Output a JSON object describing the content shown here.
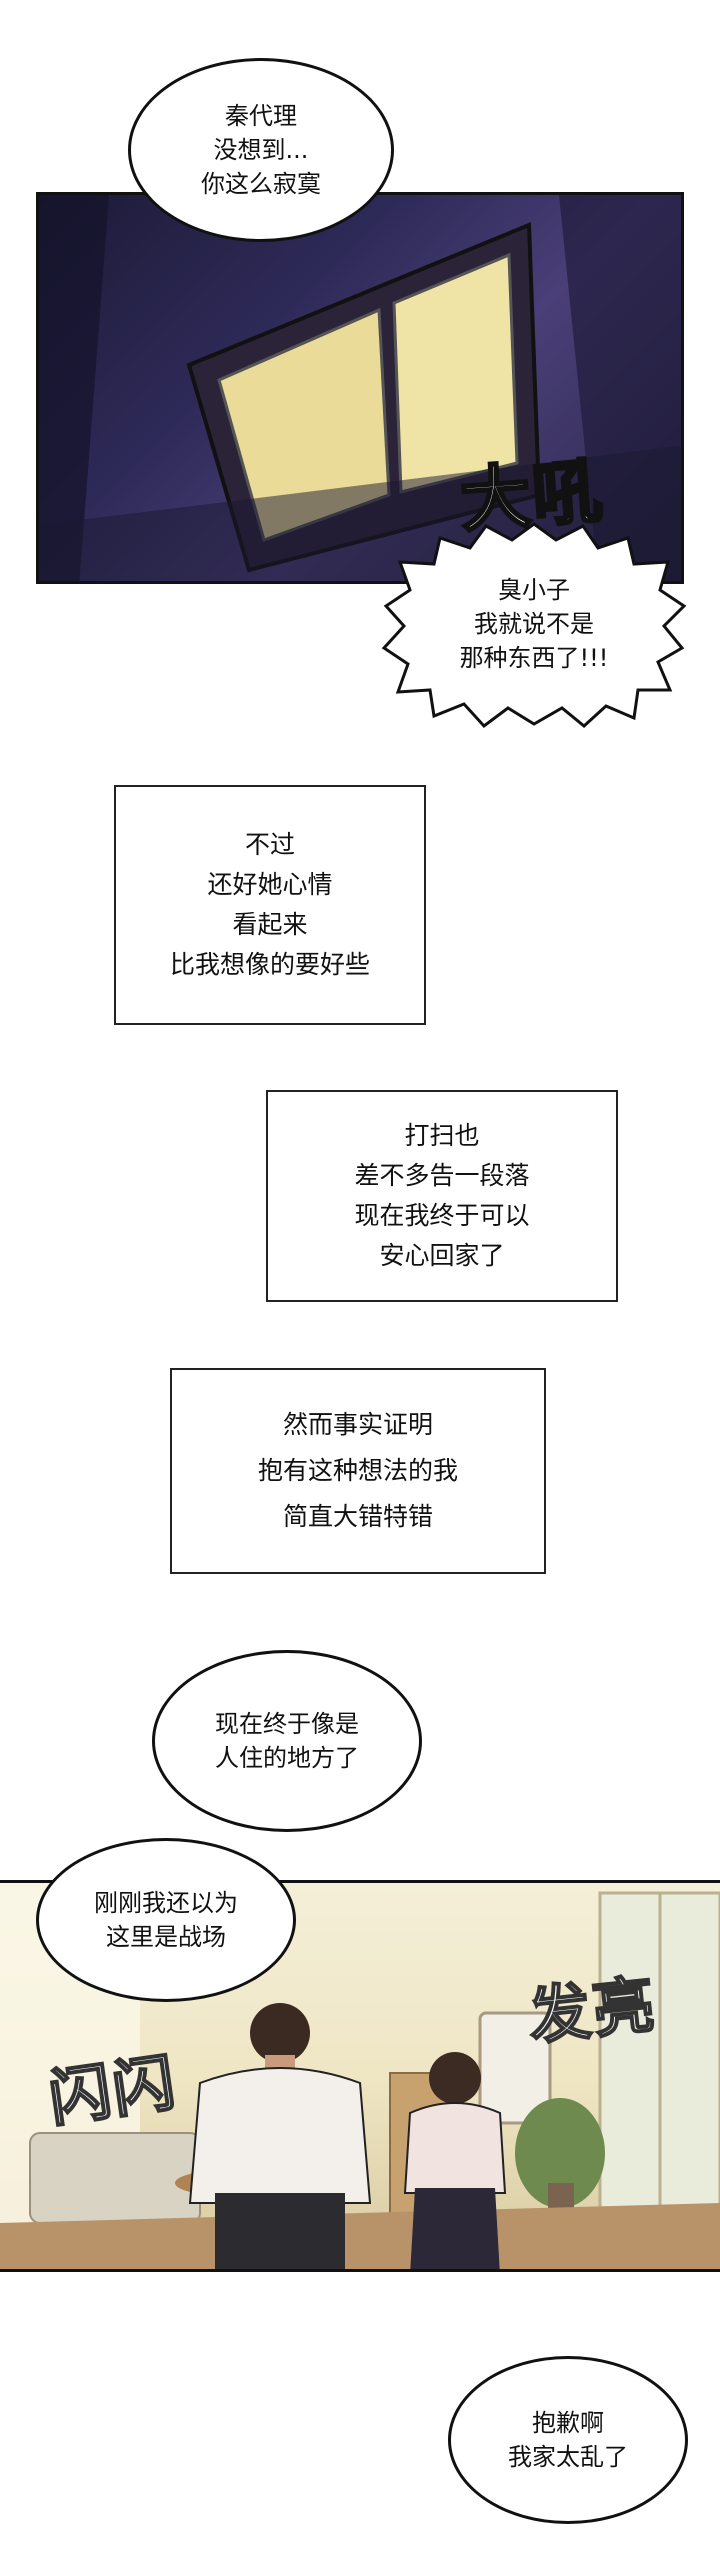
{
  "panel1": {
    "bubble_top": "秦代理\n没想到...\n你这么寂寞",
    "sfx": "大吼",
    "bubble_shout": "臭小子\n我就说不是\n那种东西了!!!"
  },
  "narration": [
    "不过\n还好她心情\n看起来\n比我想像的要好些",
    "打扫也\n差不多告一段落\n现在我终于可以\n安心回家了",
    "然而事实证明\n抱有这种想法的我\n简直大错特错"
  ],
  "bubble_mid": "现在终于像是\n人住的地方了",
  "panel2": {
    "bubble_left": "刚刚我还以为\n这里是战场",
    "sfx_left": "闪闪",
    "sfx_right": "发亮",
    "bubble_bottom": "抱歉啊\n我家太乱了"
  }
}
